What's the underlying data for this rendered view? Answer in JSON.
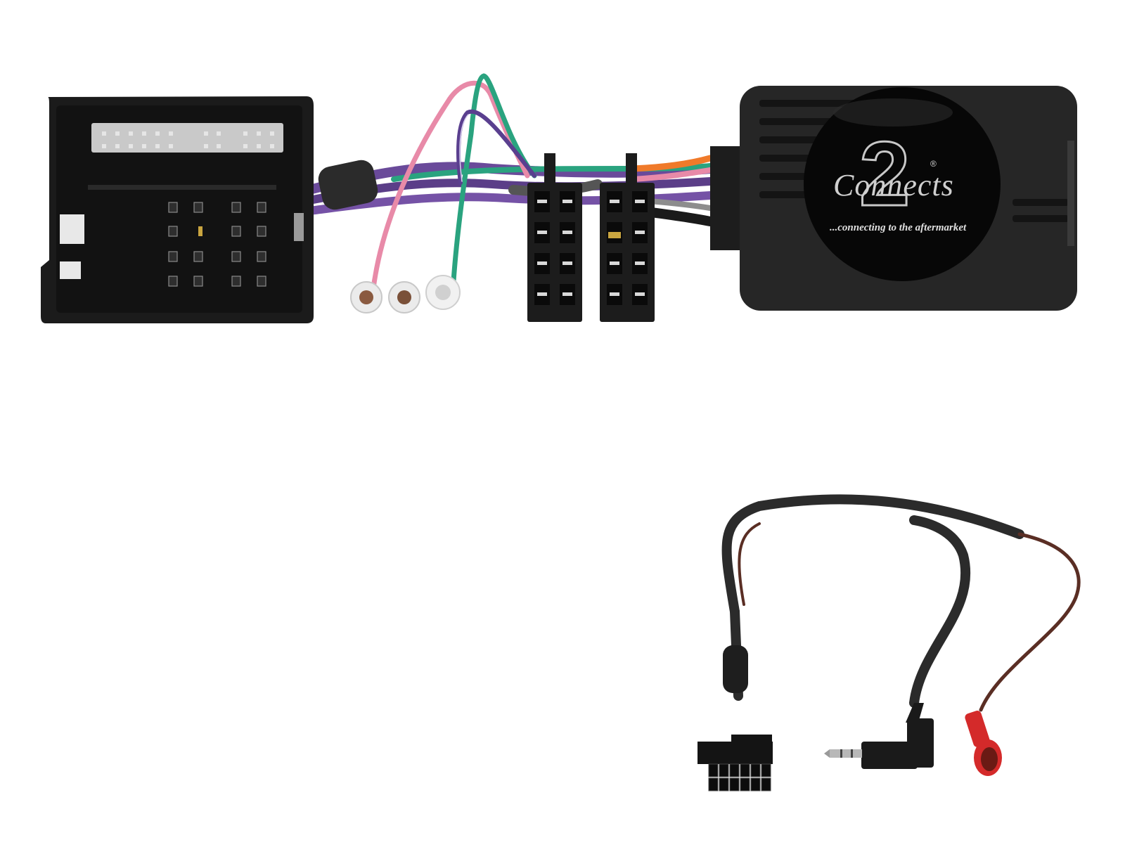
{
  "photo": {
    "subject": "Steering wheel control interface harness",
    "background_color": "#ffffff"
  },
  "components": {
    "quadlock_connector": {
      "label": "Quadlock connector",
      "color": "#1b1b1b",
      "insert_color": "#c9c9c9"
    },
    "antenna_leads": {
      "label": "Antenna/aux plugs",
      "wire_colors": [
        "#e88aa8",
        "#2aa37f",
        "#5a3f8f"
      ]
    },
    "iso_connectors": {
      "label": "ISO connectors",
      "count": 2,
      "color": "#1c1c1c"
    },
    "interface_box": {
      "label": "Interface module",
      "color": "#262626",
      "logo": {
        "script": "Connects",
        "numeral": "2",
        "registered": "®",
        "tagline": "...connecting to the aftermarket"
      }
    },
    "patch_lead": {
      "label": "Patch lead",
      "plugs": [
        "12-pin connector",
        "3.5mm jack",
        "Red bullet connector"
      ],
      "jack_color": "#b8b8b8",
      "bullet_color": "#d42a2a"
    }
  },
  "wire_colors": {
    "purple": "#6a4a9a",
    "pink": "#e88aa8",
    "green": "#2aa37f",
    "orange": "#f07a2a",
    "black": "#1a1a1a",
    "grey": "#8d8d8d",
    "brown": "#6b3a2a"
  }
}
